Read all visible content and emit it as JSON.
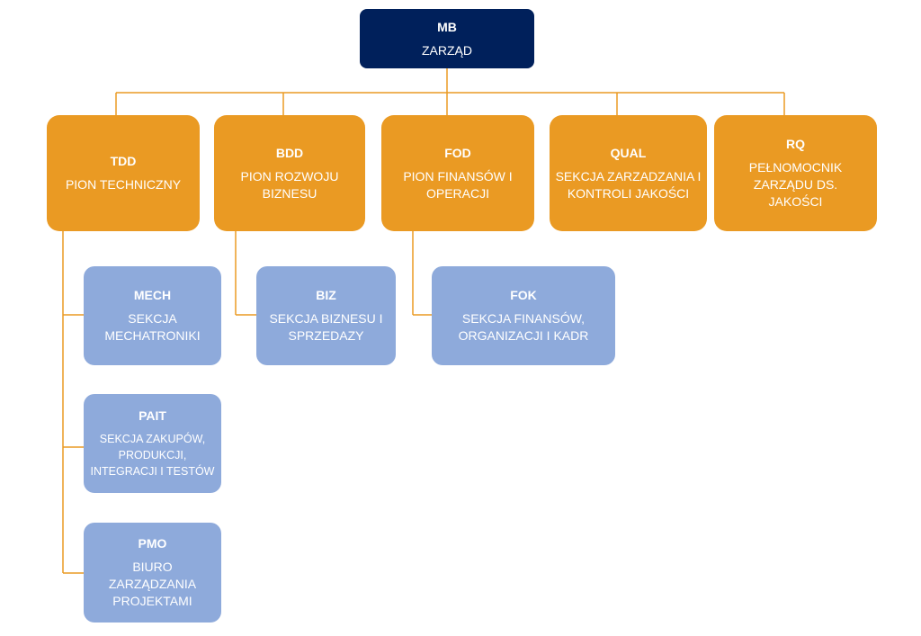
{
  "colors": {
    "root": "#00205b",
    "division": "#ea9a23",
    "section": "#8eaadb",
    "connector": "#ea9a23"
  },
  "root": {
    "code": "MB",
    "name": "ZARZĄD"
  },
  "divisions": [
    {
      "code": "TDD",
      "name": "PION TECHNICZNY"
    },
    {
      "code": "BDD",
      "name": "PION ROZWOJU BIZNESU"
    },
    {
      "code": "FOD",
      "name": "PION FINANSÓW I OPERACJI"
    },
    {
      "code": "QUAL",
      "name": "SEKCJA ZARZADZANIA I KONTROLI JAKOŚCI"
    },
    {
      "code": "RQ",
      "name": "PEŁNOMOCNIK ZARZĄDU DS. JAKOŚCI"
    }
  ],
  "sections": [
    {
      "code": "MECH",
      "name": "SEKCJA MECHATRONIKI",
      "parent": "TDD"
    },
    {
      "code": "PAIT",
      "name": "SEKCJA ZAKUPÓW, PRODUKCJI, INTEGRACJI I TESTÓW",
      "parent": "TDD"
    },
    {
      "code": "PMO",
      "name": "BIURO ZARZĄDZANIA PROJEKTAMI",
      "parent": "TDD"
    },
    {
      "code": "BIZ",
      "name": "SEKCJA BIZNESU I SPRZEDAZY",
      "parent": "BDD"
    },
    {
      "code": "FOK",
      "name": "SEKCJA FINANSÓW, ORGANIZACJI I KADR",
      "parent": "FOD"
    }
  ]
}
